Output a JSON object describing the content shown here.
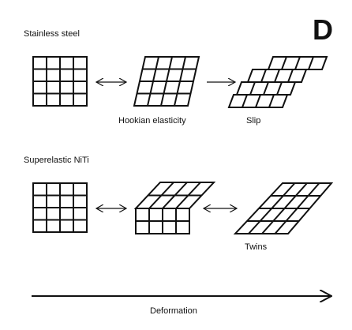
{
  "panel_letter": "D",
  "sections": {
    "stainless": {
      "title": "Stainless steel",
      "labels": {
        "hookian": "Hookian elasticity",
        "slip": "Slip"
      }
    },
    "niti": {
      "title": "Superelastic NiTi",
      "labels": {
        "twins": "Twins"
      }
    }
  },
  "axis": {
    "label": "Deformation"
  },
  "colors": {
    "stroke": "#111111",
    "background": "#ffffff"
  }
}
